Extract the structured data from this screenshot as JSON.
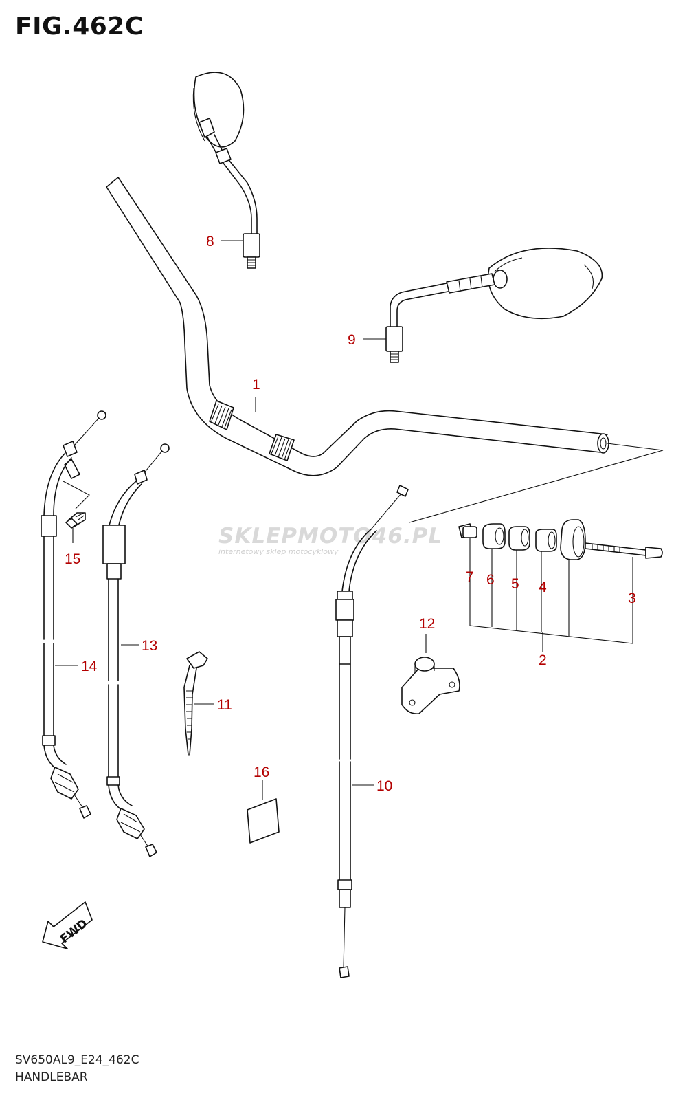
{
  "figure": {
    "title": "FIG.462C",
    "code": "SV650AL9_E24_462C",
    "subtitle": "HANDLEBAR"
  },
  "watermark": {
    "brand": "SKLEPMOTO46.PL",
    "tagline": "internetowy sklep motocyklowy"
  },
  "direction_marker": "FWD",
  "callouts": [
    {
      "id": "1"
    },
    {
      "id": "2"
    },
    {
      "id": "3"
    },
    {
      "id": "4"
    },
    {
      "id": "5"
    },
    {
      "id": "6"
    },
    {
      "id": "7"
    },
    {
      "id": "8"
    },
    {
      "id": "9"
    },
    {
      "id": "10"
    },
    {
      "id": "11"
    },
    {
      "id": "12"
    },
    {
      "id": "13"
    },
    {
      "id": "14"
    },
    {
      "id": "15"
    },
    {
      "id": "16"
    }
  ],
  "colors": {
    "callout": "#b30000",
    "line": "#111111",
    "watermark": "#d9d9d9"
  }
}
